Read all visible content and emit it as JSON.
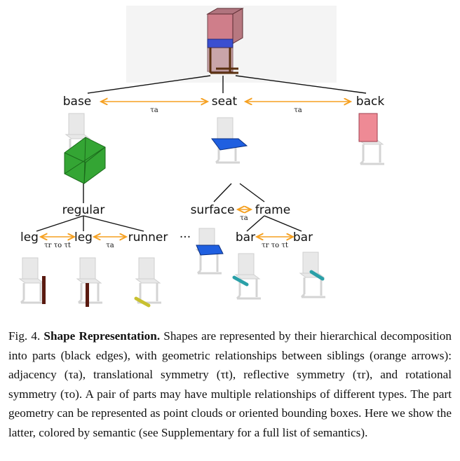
{
  "figure": {
    "nodes": {
      "base": "base",
      "seat": "seat",
      "back": "back",
      "regular": "regular",
      "surface": "surface",
      "frame": "frame",
      "leg1": "leg",
      "leg2": "leg",
      "runner": "runner",
      "ellipsis": "···",
      "bar1": "bar",
      "bar2": "bar"
    },
    "relations": {
      "base_seat": "τa",
      "seat_back": "τa",
      "surface_frame": "τa",
      "leg_leg": "τr τo τt",
      "leg_runner": "τa",
      "bar_bar": "τr τo τt"
    },
    "colors": {
      "tree_edge": "#111111",
      "relation_arrow": "#f5a020",
      "back_part": "#e8707a",
      "seat_part": "#1f5fe0",
      "base_part": "#2ca02c",
      "leg_part": "#5a1a10",
      "runner_part": "#c8c030",
      "bar_part": "#2aa0a8"
    }
  },
  "caption": {
    "label": "Fig. 4.",
    "title": "Shape Representation.",
    "body": "Shapes are represented by their hierarchical decomposition into parts (black edges), with geometric relationships between siblings (orange arrows): adjacency (τa), translational symmetry (τt), reflective symmetry (τr), and rotational symmetry (τo). A pair of parts may have multiple relationships of different types. The part geometry can be represented as point clouds or oriented bounding boxes. Here we show the latter, colored by semantic (see Supplementary for a full list of semantics)."
  }
}
